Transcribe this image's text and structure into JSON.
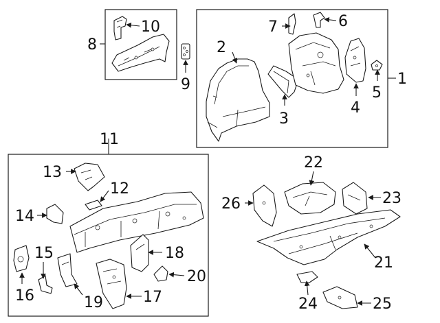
{
  "diagram": {
    "background": "#ffffff",
    "line_color": "#1a1a1a",
    "groups": [
      {
        "id": "group-8",
        "label": "8",
        "members": [
          "10"
        ]
      },
      {
        "id": "group-1",
        "label": "1",
        "members": [
          "2",
          "3",
          "4",
          "5",
          "6",
          "7"
        ]
      },
      {
        "id": "group-11",
        "label": "11",
        "members": [
          "12",
          "13",
          "14",
          "15",
          "16",
          "17",
          "18",
          "19",
          "20"
        ]
      }
    ],
    "callouts": [
      {
        "key": "c1",
        "label": "1"
      },
      {
        "key": "c2",
        "label": "2"
      },
      {
        "key": "c3",
        "label": "3"
      },
      {
        "key": "c4",
        "label": "4"
      },
      {
        "key": "c5",
        "label": "5"
      },
      {
        "key": "c6",
        "label": "6"
      },
      {
        "key": "c7",
        "label": "7"
      },
      {
        "key": "c8",
        "label": "8"
      },
      {
        "key": "c9",
        "label": "9"
      },
      {
        "key": "c10",
        "label": "10"
      },
      {
        "key": "c11",
        "label": "11"
      },
      {
        "key": "c12",
        "label": "12"
      },
      {
        "key": "c13",
        "label": "13"
      },
      {
        "key": "c14",
        "label": "14"
      },
      {
        "key": "c15",
        "label": "15"
      },
      {
        "key": "c16",
        "label": "16"
      },
      {
        "key": "c17",
        "label": "17"
      },
      {
        "key": "c18",
        "label": "18"
      },
      {
        "key": "c19",
        "label": "19"
      },
      {
        "key": "c20",
        "label": "20"
      },
      {
        "key": "c21",
        "label": "21"
      },
      {
        "key": "c22",
        "label": "22"
      },
      {
        "key": "c23",
        "label": "23"
      },
      {
        "key": "c24",
        "label": "24"
      },
      {
        "key": "c25",
        "label": "25"
      },
      {
        "key": "c26",
        "label": "26"
      }
    ]
  }
}
